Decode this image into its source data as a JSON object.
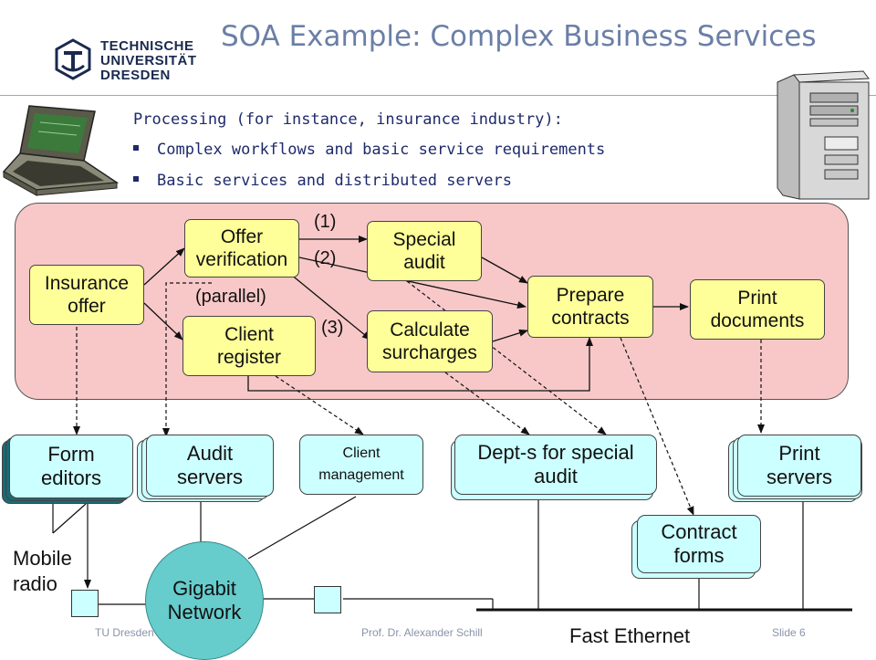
{
  "slide": {
    "title": "SOA Example: Complex Business Services",
    "logo_lines": [
      "TECHNISCHE",
      "UNIVERSITÄT",
      "DRESDEN"
    ],
    "intro": "Processing (for instance, insurance industry):",
    "bullets": [
      "Complex workflows and basic service requirements",
      "Basic services and distributed servers"
    ],
    "footer": {
      "left": "TU Dresden",
      "center": "Prof. Dr. Alexander Schill",
      "right": "Slide 6"
    }
  },
  "workflow": {
    "steps": {
      "insurance_offer": "Insurance\noffer",
      "offer_verification": "Offer\nverification",
      "client_register": "Client\nregister",
      "special_audit": "Special\naudit",
      "calculate_surcharges": "Calculate\nsurcharges",
      "prepare_contracts": "Prepare\ncontracts",
      "print_documents": "Print\ndocuments"
    },
    "labels": {
      "one": "(1)",
      "two": "(2)",
      "three": "(3)",
      "parallel": "(parallel)"
    }
  },
  "services": {
    "form_editors": "Form\neditors",
    "audit_servers": "Audit\nservers",
    "client_management": "Client\nmanagement",
    "dept_special_audit": "Dept-s for special\naudit",
    "print_servers": "Print\nservers",
    "contract_forms": "Contract\nforms"
  },
  "network": {
    "gigabit": "Gigabit\nNetwork",
    "mobile_radio": "Mobile\nradio",
    "fast_ethernet": "Fast Ethernet"
  },
  "colors": {
    "workflow_panel": "#f8c8c8",
    "step_fill": "#ffff99",
    "service_fill": "#ccffff",
    "network_fill": "#66cccc",
    "title": "#6b7fa6",
    "text": "#1e2a6b"
  },
  "icons": [
    "laptop-icon",
    "server-tower-icon",
    "tu-dresden-logo-icon"
  ]
}
